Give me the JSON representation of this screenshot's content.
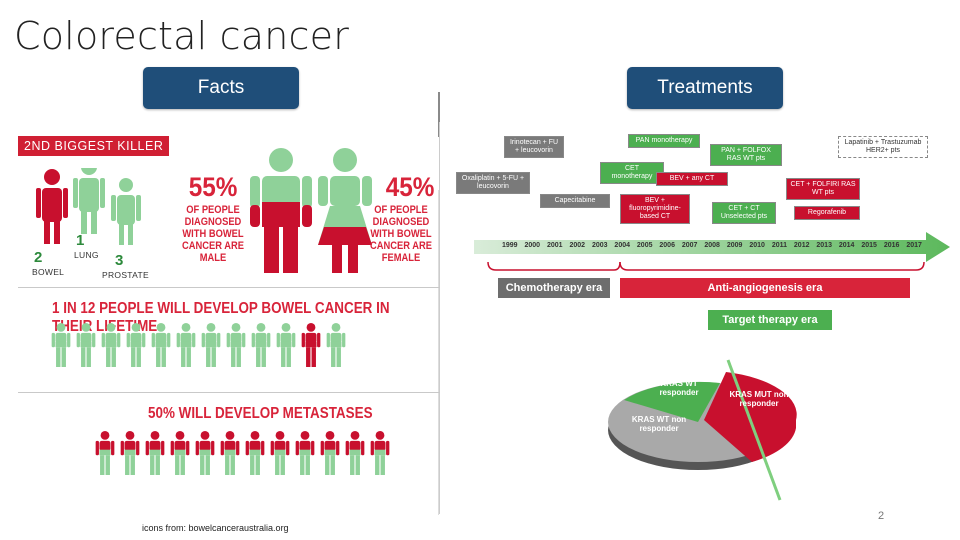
{
  "slide": {
    "title": "Colorectal cancer",
    "page_number": "2",
    "source_note": "icons from: bowelcanceraustralia.org"
  },
  "tabs": {
    "facts": "Facts",
    "treatments": "Treatments"
  },
  "facts": {
    "killer_label": "2ND BIGGEST KILLER",
    "ranks": [
      {
        "number": "1",
        "label": "LUNG"
      },
      {
        "number": "2",
        "label": "BOWEL"
      },
      {
        "number": "3",
        "label": "PROSTATE"
      }
    ],
    "male_pct": "55%",
    "male_caption": "OF PEOPLE DIAGNOSED WITH BOWEL CANCER ARE MALE",
    "female_pct": "45%",
    "female_caption": "OF PEOPLE DIAGNOSED WITH BOWEL CANCER ARE FEMALE",
    "lifetime_heading": "1 IN 12 PEOPLE WILL DEVELOP BOWEL CANCER IN THEIR LIFETIME",
    "lifetime_highlight_index": 10,
    "lifetime_total": 12,
    "metastases_heading": "50% WILL DEVELOP METASTASES",
    "metastases_red_fraction": 0.5
  },
  "treatments": {
    "boxes": {
      "irinotecan": "Irinotecan + FU + leucovorin",
      "oxaliplatin": "Oxaliplatin + 5-FU + leucovorin",
      "capecitabine": "Capecitabine",
      "pan_mono": "PAN monotherapy",
      "cet_mono": "CET monotherapy",
      "bev_ct": "BEV + any CT",
      "bev_fluoro": "BEV + fluoropyrimidine-based CT",
      "pan_folfox": "PAN + FOLFOX RAS WT pts",
      "cet_ct": "CET + CT Unselected pts",
      "cet_folfiri": "CET + FOLFIRI RAS WT pts",
      "regorafenib": "Regorafenib",
      "lapatinib": "Lapatinib + Trastuzumab HER2+ pts"
    },
    "years": [
      "1999",
      "2000",
      "2001",
      "2002",
      "2003",
      "2004",
      "2005",
      "2006",
      "2007",
      "2008",
      "2009",
      "2010",
      "2011",
      "2012",
      "2013",
      "2014",
      "2015",
      "2016",
      "2017"
    ],
    "eras": {
      "chemo": "Chemotherapy era",
      "antiangio": "Anti-angiogenesis era",
      "target": "Target therapy era"
    },
    "pie": {
      "kras_wt_resp": "KRAS WT responder",
      "kras_mut": "KRAS MUT non responder",
      "kras_wt_nonresp": "KRAS WT non responder"
    }
  },
  "colors": {
    "tab_bg": "#1f4e79",
    "red": "#c8102e",
    "green": "#8fd199"
  }
}
